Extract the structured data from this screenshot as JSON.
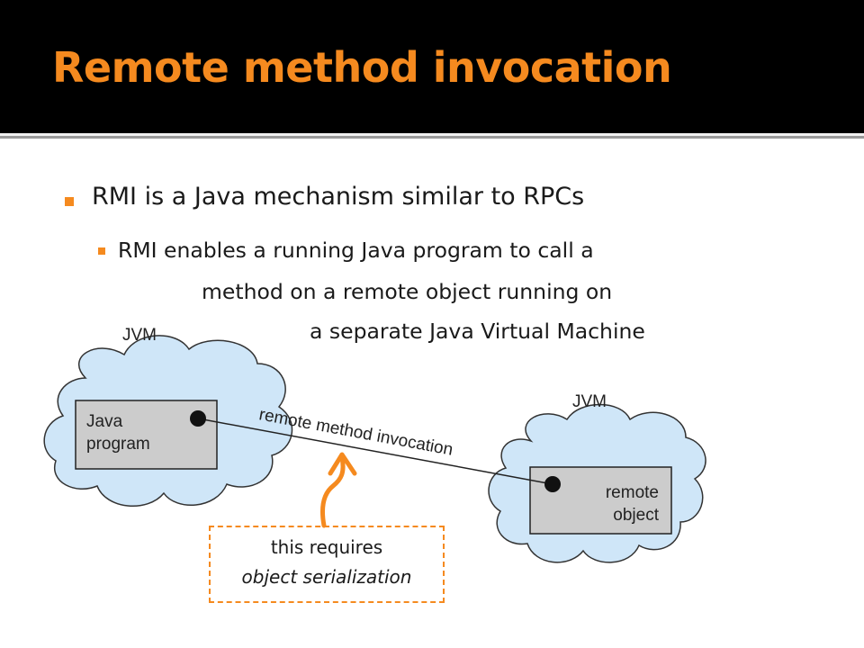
{
  "slide": {
    "title": "Remote method invocation",
    "bullets": {
      "main": "RMI is a Java mechanism similar to RPCs",
      "sub_lines": [
        "RMI enables a running Java program to call a",
        "method on a remote object running on",
        "a separate Java Virtual Machine"
      ]
    }
  },
  "diagram": {
    "left_jvm_label": "JVM",
    "right_jvm_label": "JVM",
    "java_program_lines": [
      "Java",
      "program"
    ],
    "remote_object_lines": [
      "remote",
      "object"
    ],
    "connection_label": "remote method invocation"
  },
  "note": {
    "line1": "this requires",
    "line2": "object serialization"
  },
  "colors": {
    "accent": "#f58a1f",
    "cloud_fill": "#cfe6f8",
    "box_fill": "#cccccc",
    "title_bar": "#000000"
  }
}
